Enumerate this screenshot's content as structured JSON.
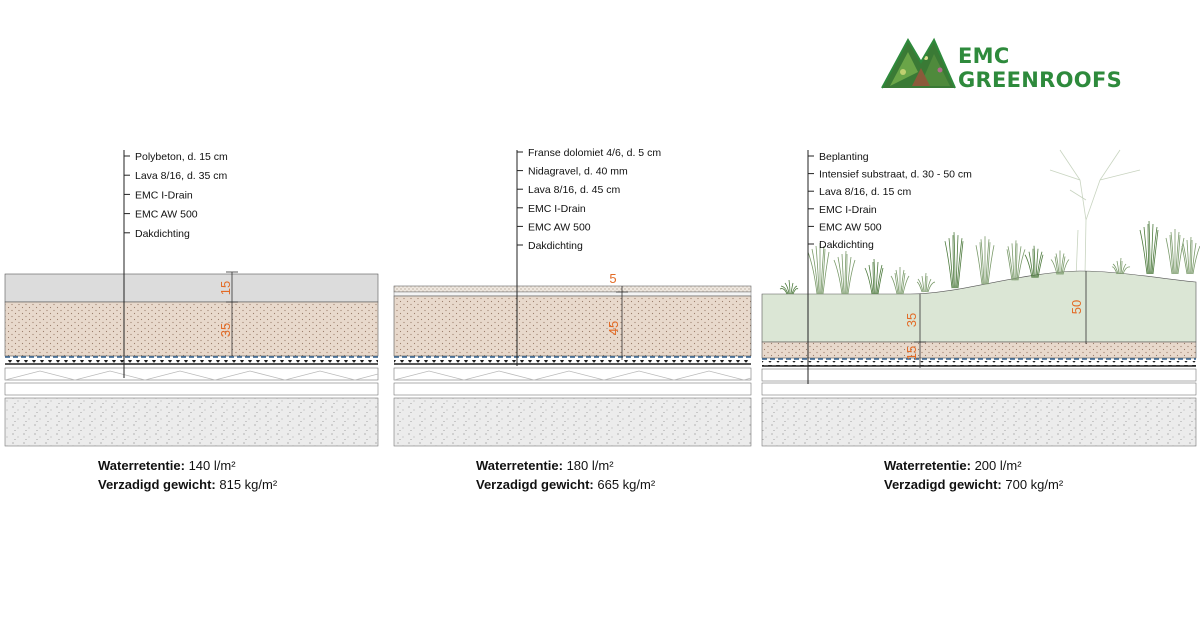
{
  "brand": {
    "line1": "EMC",
    "line2": "GREENROOFS",
    "color": "#2e8a3c"
  },
  "panels": [
    {
      "labels": [
        "Polybeton, d. 15 cm",
        "Lava 8/16, d. 35 cm",
        "EMC I-Drain",
        "EMC AW 500",
        "Dakdichting"
      ],
      "dimensions": [
        "15",
        "35"
      ],
      "retention_label": "Waterretentie:",
      "retention_value": "140 l/m²",
      "weight_label": "Verzadigd gewicht:",
      "weight_value": "815 kg/m²"
    },
    {
      "labels": [
        "Franse dolomiet 4/6, d. 5 cm",
        "Nidagravel, d. 40 mm",
        "Lava 8/16, d. 45 cm",
        "EMC I-Drain",
        "EMC AW 500",
        "Dakdichting"
      ],
      "dimensions": [
        "5",
        "45"
      ],
      "retention_label": "Waterretentie:",
      "retention_value": "180 l/m²",
      "weight_label": "Verzadigd gewicht:",
      "weight_value": "665 kg/m²"
    },
    {
      "labels": [
        "Beplanting",
        "Intensief substraat, d. 30 - 50 cm",
        "Lava 8/16, d. 15 cm",
        "EMC I-Drain",
        "EMC AW 500",
        "Dakdichting"
      ],
      "dimensions": [
        "35",
        "15",
        "50"
      ],
      "retention_label": "Waterretentie:",
      "retention_value": "200 l/m²",
      "weight_label": "Verzadigd gewicht:",
      "weight_value": "700 kg/m²"
    }
  ],
  "colors": {
    "lava": "#e8d9cc",
    "concrete": "#ececec",
    "polybeton": "#dcdcdc",
    "substrate": "#dbe6d5",
    "dim": "#e36b26",
    "drain": "#2f5d8a",
    "logo_green": "#2e8a3c"
  }
}
